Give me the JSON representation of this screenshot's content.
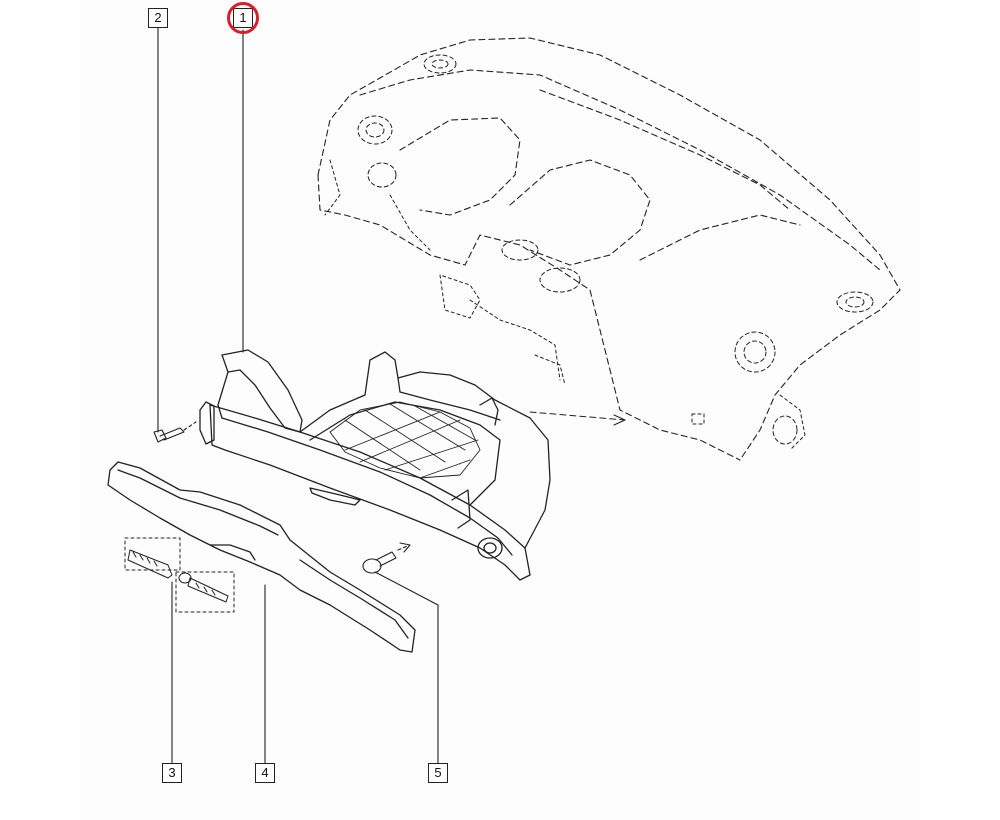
{
  "diagram": {
    "callouts": [
      {
        "id": "1",
        "label": "1"
      },
      {
        "id": "2",
        "label": "2"
      },
      {
        "id": "3",
        "label": "3"
      },
      {
        "id": "4",
        "label": "4"
      },
      {
        "id": "5",
        "label": "5"
      }
    ],
    "highlighted_callout": "1",
    "highlight_color": "#d6202a",
    "line_color": "#222222"
  }
}
